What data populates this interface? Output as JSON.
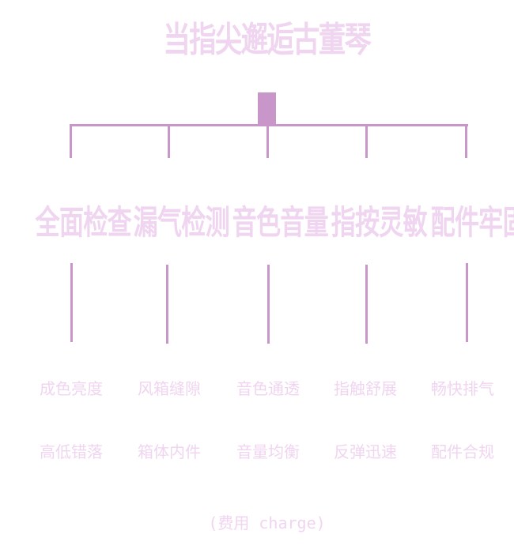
{
  "title": "当指尖邂逅古董琴",
  "branches": [
    {
      "label": "全面检查",
      "items": [
        "成色亮度",
        "高低错落"
      ]
    },
    {
      "label": "漏气检测",
      "items": [
        "风箱缝隙",
        "箱体内件"
      ]
    },
    {
      "label": "音色音量",
      "items": [
        "音色通透",
        "音量均衡"
      ]
    },
    {
      "label": "指按灵敏",
      "items": [
        "指触舒展",
        "反弹迅速"
      ]
    },
    {
      "label": "配件牢固",
      "items": [
        "畅快排气",
        "配件合规"
      ]
    }
  ],
  "footer": "(费用 charge)",
  "colors": {
    "line": "#c896c8",
    "text": "#f0d5f0"
  }
}
